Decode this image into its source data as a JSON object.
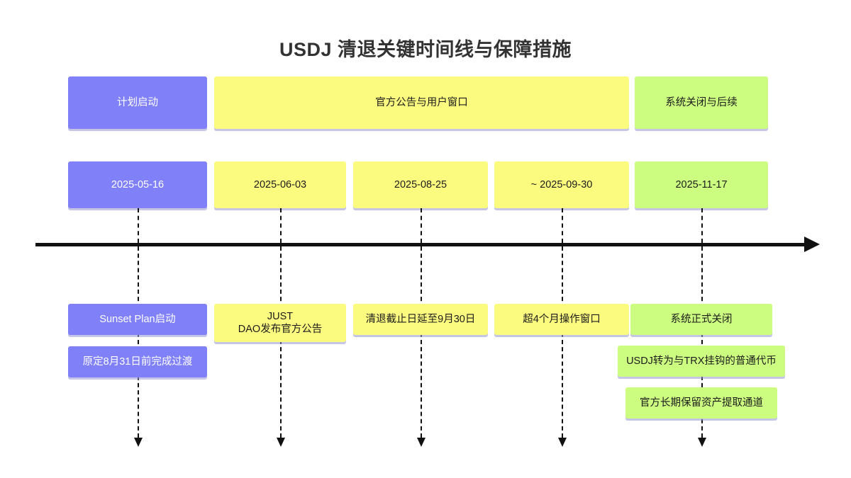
{
  "title": "USDJ 清退关键时间线与保障措施",
  "colors": {
    "purple": "#8080f8",
    "yellow": "#fbfb80",
    "green": "#ccfc80",
    "axis": "#111111",
    "title_text": "#333333"
  },
  "phases": [
    {
      "label": "计划启动",
      "color": "purple"
    },
    {
      "label": "官方公告与用户窗口",
      "color": "yellow"
    },
    {
      "label": "系统关闭与后续",
      "color": "green"
    }
  ],
  "milestones": [
    {
      "date": "2025-05-16",
      "color": "purple",
      "events": [
        "Sunset Plan启动",
        "原定8月31日前完成过渡"
      ]
    },
    {
      "date": "2025-06-03",
      "color": "yellow",
      "events": [
        "JUST\nDAO发布官方公告"
      ]
    },
    {
      "date": "2025-08-25",
      "color": "yellow",
      "events": [
        "清退截止日延至9月30日"
      ]
    },
    {
      "date": "~ 2025-09-30",
      "color": "yellow",
      "events": [
        "超4个月操作窗口"
      ]
    },
    {
      "date": "2025-11-17",
      "color": "green",
      "events": [
        "系统正式关闭",
        "USDJ转为与TRX挂钩的普通代币",
        "官方长期保留资产提取通道"
      ]
    }
  ],
  "chart_data": {
    "type": "timeline",
    "title": "USDJ 清退关键时间线与保障措施",
    "phases": [
      {
        "name": "计划启动",
        "color": "#8080f8",
        "span": [
          "2025-05-16",
          "2025-05-16"
        ]
      },
      {
        "name": "官方公告与用户窗口",
        "color": "#fbfb80",
        "span": [
          "2025-06-03",
          "2025-09-30"
        ]
      },
      {
        "name": "系统关闭与后续",
        "color": "#ccfc80",
        "span": [
          "2025-11-17",
          "2025-11-17"
        ]
      }
    ],
    "points": [
      {
        "date": "2025-05-16",
        "labels": [
          "Sunset Plan启动",
          "原定8月31日前完成过渡"
        ]
      },
      {
        "date": "2025-06-03",
        "labels": [
          "JUST DAO发布官方公告"
        ]
      },
      {
        "date": "2025-08-25",
        "labels": [
          "清退截止日延至9月30日"
        ]
      },
      {
        "date": "~ 2025-09-30",
        "labels": [
          "超4个月操作窗口"
        ]
      },
      {
        "date": "2025-11-17",
        "labels": [
          "系统正式关闭",
          "USDJ转为与TRX挂钩的普通代币",
          "官方长期保留资产提取通道"
        ]
      }
    ],
    "axis_direction": "left-to-right",
    "grid": false,
    "legend": "none"
  }
}
